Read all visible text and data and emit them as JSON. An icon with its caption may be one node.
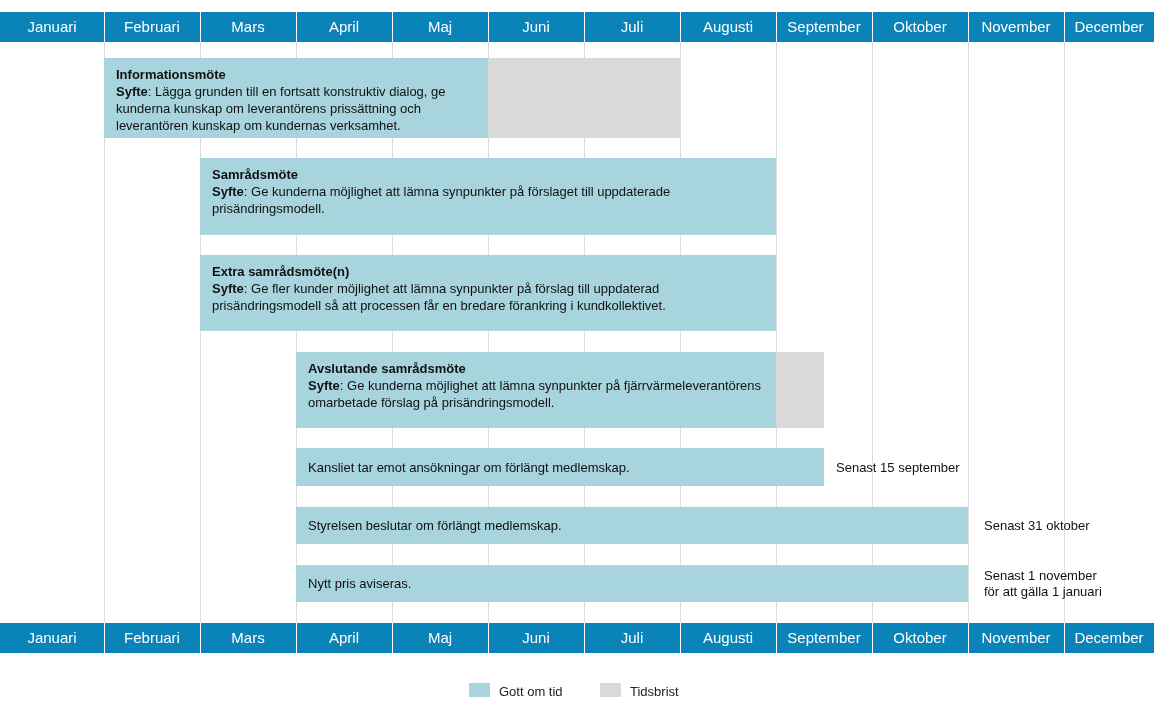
{
  "diagram": {
    "nodes": [
      {
        "text": [
          "Informationsmöte",
          "**Syfte**: Lägga grunden till en fortsatt konstruktiv dialog, ge kunderna kunskap om leverantörens prissättning och leverantören kunskap om kundernas verksamhet."
        ]
      },
      {
        "text": [],
        "shape": "bar"
      },
      {
        "text": [
          "Samrådsmöte",
          "**Syfte**: Ge kunderna möjlighet att lämna synpunkter på förslaget till uppdaterade prisändringsmodell."
        ]
      },
      {
        "text": [
          "Extra samrådsmöte(n)",
          "**Syfte**: Ge fler kunder möjlighet att lämna synpunkter på förslag till uppdaterad prisändringsmodell så att processen får en bredare förankring i kundkollektivet."
        ]
      },
      {
        "text": [
          "Avslutande samrådsmöte",
          "**Syfte**: Ge kunderna möjlighet att lämna synpunkter på fjärrvärmeleverantörens omarbetade förslag på prisändringsmodell."
        ]
      },
      {
        "text": [],
        "shape": "bar"
      },
      {
        "text": [
          "Kansliet tar emot ansökningar om förlängt medlemskap."
        ],
        "beside": [
          "Senast 15 september"
        ]
      },
      {
        "text": [
          "Styrelsen beslutar om förlängt medlemskap."
        ],
        "beside": [
          "Senast 31 oktober"
        ]
      },
      {
        "text": [
          "Nytt pris aviseras."
        ],
        "beside": [
          "Senast 1 november för att gälla 1 januari"
        ]
      }
    ],
    "labels": [
      "Januari",
      "Februari",
      "Mars",
      "April",
      "Maj",
      "Juni",
      "Juli",
      "Augusti",
      "September",
      "Oktober",
      "November",
      "December",
      "Januari",
      "Februari",
      "Mars",
      "April",
      "Maj",
      "Juni",
      "Juli",
      "Augusti",
      "September",
      "Oktober",
      "November",
      "December"
    ],
    "legend": [
      {
        "text": "Gott om tid",
        "color": "#a8d4de"
      },
      {
        "text": "Tidsbrist",
        "color": "#d9d9d9"
      }
    ]
  }
}
